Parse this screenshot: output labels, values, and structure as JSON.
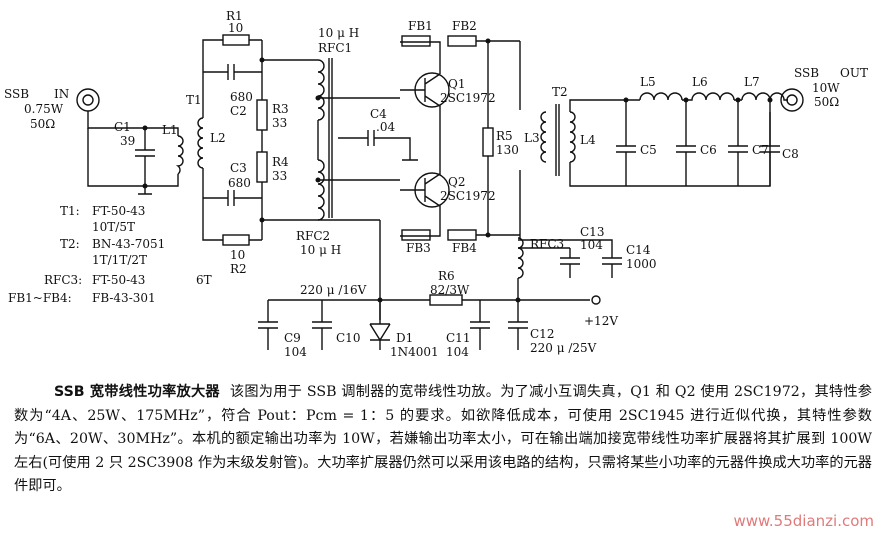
{
  "schematic": {
    "labels": {
      "ssb_in_1": "SSB",
      "ssb_in_2": "IN",
      "ssb_in_power": "0.75W",
      "ssb_in_z": "50Ω",
      "c1": "C1",
      "c1_val": "39",
      "l1": "L1",
      "t1": "T1",
      "l2": "L2",
      "r1": "R1",
      "r1_val": "10",
      "c2_val": "680",
      "c2": "C2",
      "r3": "R3",
      "r3_val": "33",
      "c3": "C3",
      "c3_val": "680",
      "r4": "R4",
      "r4_val": "33",
      "r2_val": "10",
      "r2": "R2",
      "rfc1_val": "10 μ H",
      "rfc1": "RFC1",
      "rfc2": "RFC2",
      "rfc2_val": "10 μ H",
      "c4": "C4",
      "c4_val": ".04",
      "fb1": "FB1",
      "fb2": "FB2",
      "fb3": "FB3",
      "fb4": "FB4",
      "q1": "Q1",
      "q1_type": "2SC1972",
      "q2": "Q2",
      "q2_type": "2SC1972",
      "r5": "R5",
      "r5_val": "130",
      "l3": "L3",
      "t2": "T2",
      "l4": "L4",
      "l5": "L5",
      "l6": "L6",
      "l7": "L7",
      "c5": "C5",
      "c6": "C6",
      "c7": "C7",
      "c8": "C8",
      "ssb_out_1": "SSB",
      "ssb_out_2": "OUT",
      "ssb_out_power": "10W",
      "ssb_out_z": "50Ω",
      "rfc3": "RFC3",
      "c13": "C13",
      "c13_val": "104",
      "c14": "C14",
      "c14_val": "1000",
      "c10_cap": "220 μ /16V",
      "r6": "R6",
      "r6_val": "82/3W",
      "supply": "+12V",
      "c9": "C9",
      "c9_val": "104",
      "c10": "C10",
      "d1": "D1",
      "d1_type": "1N4001",
      "c11": "C11",
      "c11_val": "104",
      "c12": "C12",
      "c12_val": "220 μ /25V"
    },
    "legend": [
      {
        "key": "T1:",
        "value": "FT-50-43"
      },
      {
        "key": "",
        "value": "10T/5T"
      },
      {
        "key": "T2:",
        "value": "BN-43-7051"
      },
      {
        "key": "",
        "value": "1T/1T/2T"
      },
      {
        "key": "RFC3:",
        "value": "FT-50-43",
        "extra": "6T"
      },
      {
        "key": "FB1~FB4:",
        "value": "FB-43-301"
      }
    ]
  },
  "caption": {
    "title": "SSB 宽带线性功率放大器",
    "text": "该图为用于 SSB 调制器的宽带线性功放。为了减小互调失真，Q1 和 Q2 使用 2SC1972，其特性参数为“4A、25W、175MHz”，符合 Pout：Pcm = 1：5 的要求。如欲降低成本，可使用 2SC1945 进行近似代换，其特性参数为“6A、20W、30MHz”。本机的额定输出功率为 10W，若嫌输出功率太小，可在输出端加接宽带线性功率扩展器将其扩展到 100W 左右(可使用 2 只 2SC3908 作为末级发射管)。大功率扩展器仍然可以采用该电路的结构，只需将某些小功率的元器件换成大功率的元器件即可。"
  },
  "watermark": "www.55dianzi.com"
}
